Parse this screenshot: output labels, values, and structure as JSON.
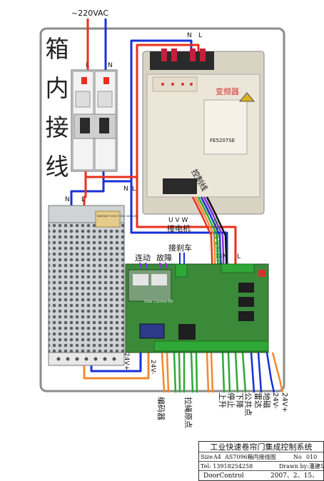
{
  "supply": {
    "voltage": "~220VAC",
    "L": "L",
    "N": "N"
  },
  "box_title": [
    "箱",
    "内",
    "接",
    "线"
  ],
  "vfd": {
    "input_N": "N",
    "input_L": "L",
    "brand_label": "变频器",
    "model": "FE5207SE",
    "motor_terminals": "U V W",
    "motor_label": "接电机"
  },
  "breaker_out": {
    "N": "N",
    "L": "L"
  },
  "psu": {
    "N": "N",
    "L": "L",
    "out_plus": "24V+",
    "out_minus": "24V-",
    "warranty": "WARRANTY VOID IF SEAL DAMAGED"
  },
  "ribbon": {
    "ctrl_cable": "控制线",
    "vfd_ctrl": "VFD-接变频器控制线"
  },
  "controller": {
    "N": "N",
    "L": "L",
    "board_label": "Door Control-09",
    "top_labels": [
      "连动",
      "故障",
      "接刹车"
    ],
    "bottom_labels": [
      "编码器",
      "拉绳原点",
      "上升",
      "停止",
      "下降",
      "公共点",
      "雷达",
      "地磁",
      "24V-",
      "24V+"
    ]
  },
  "title_block": {
    "title": "工业快速卷帘门集成控制系统",
    "size_label": "Size",
    "size": "A4",
    "drawing": "AS7096箱内接线图",
    "no_label": "No",
    "no": "010",
    "tel": "Tel: 13918254258",
    "drawn_by": "Drawn by:潘建华",
    "company": "DoorControl",
    "date": "2007、2、15、"
  },
  "colors": {
    "red": "#e8301c",
    "blue": "#1730d8",
    "green": "#2fa838",
    "orange": "#f08a30",
    "black": "#111111"
  }
}
